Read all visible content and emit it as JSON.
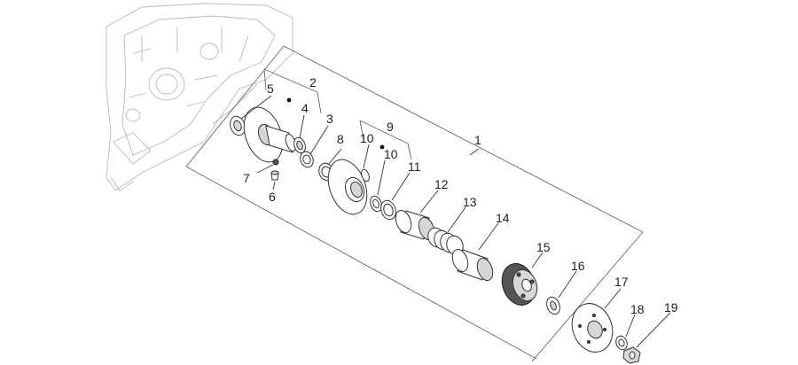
{
  "labels": {
    "l1": "1",
    "l2": "2",
    "l3": "3",
    "l4": "4",
    "l5": "5",
    "l6": "6",
    "l7": "7",
    "l8": "8",
    "l9": "9",
    "l10a": "10",
    "l10b": "10",
    "l11": "11",
    "l12": "12",
    "l13": "13",
    "l14": "14",
    "l15": "15",
    "l16": "16",
    "l17": "17",
    "l18": "18",
    "l19": "19"
  }
}
